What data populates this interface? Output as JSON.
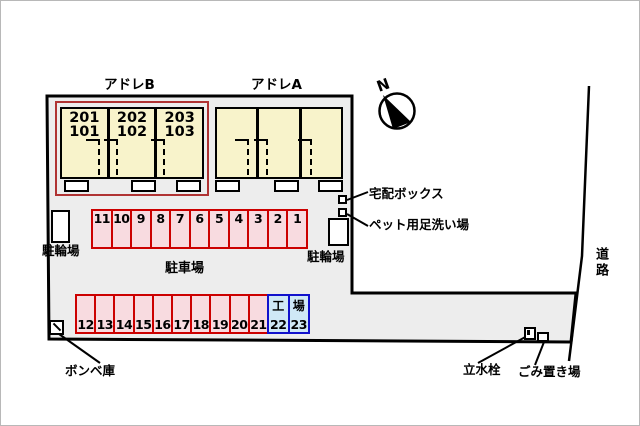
{
  "buildings": [
    {
      "name": "アドレB",
      "units": [
        {
          "line1": "201",
          "line2": "101"
        },
        {
          "line1": "202",
          "line2": "102"
        },
        {
          "line1": "203",
          "line2": "103"
        }
      ]
    },
    {
      "name": "アドレA"
    }
  ],
  "parking": {
    "area_label": "駐車場",
    "row1": [
      "11",
      "10",
      "9",
      "8",
      "7",
      "6",
      "5",
      "4",
      "3",
      "2",
      "1"
    ],
    "row2": [
      "12",
      "13",
      "14",
      "15",
      "16",
      "17",
      "18",
      "19",
      "20",
      "21"
    ],
    "row2_special": [
      {
        "top": "工",
        "num": "22"
      },
      {
        "top": "場",
        "num": "23"
      }
    ]
  },
  "facilities": {
    "bike_parking_left": "駐輪場",
    "bike_parking_right": "駐輪場",
    "delivery_box": "宅配ボックス",
    "pet_foot_wash": "ペット用足洗い場",
    "gas_cylinder_storage": "ボンベ庫",
    "water_faucet": "立水栓",
    "garbage_area": "ごみ置き場",
    "road": "道路",
    "north": "N"
  },
  "colors": {
    "site_fill": "#ededed",
    "parking_red": "#cc0000",
    "parking_pink": "#f8dbe0",
    "special_blue": "#1111cc",
    "special_lightblue": "#cfe8f6",
    "building_yellow": "#f8f3cb",
    "building_b_frame": "#b03333"
  }
}
